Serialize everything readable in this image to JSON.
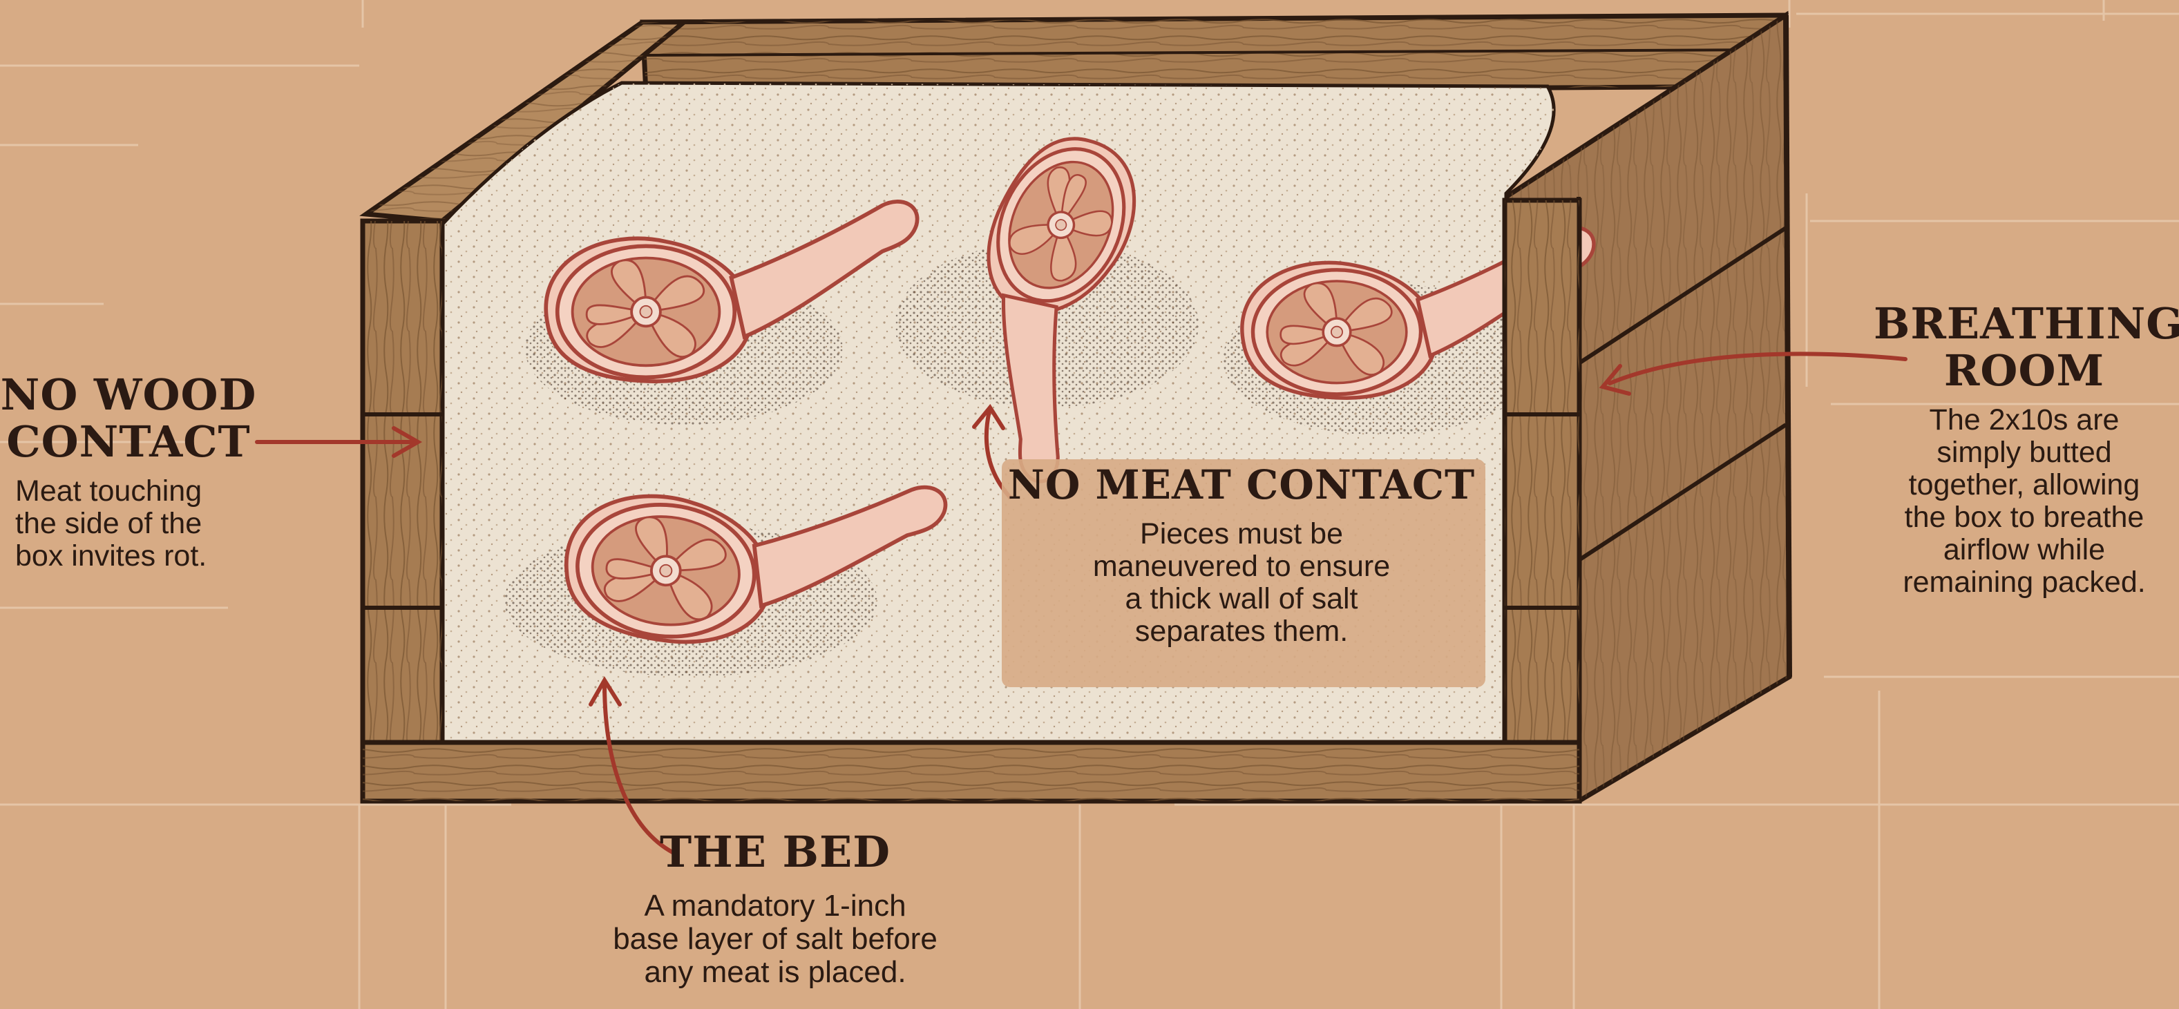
{
  "callouts": {
    "no_wood_contact": {
      "title_line1": "NO WOOD",
      "title_line2": "CONTACT",
      "body": [
        "Meat touching",
        "the side of the",
        "box invites rot."
      ]
    },
    "breathing_room": {
      "title_line1": "BREATHING",
      "title_line2": "ROOM",
      "body": [
        "The 2x10s are",
        "simply butted",
        "together, allowing",
        "the box to breathe",
        "airflow while",
        "remaining packed."
      ]
    },
    "no_meat_contact": {
      "title": "NO MEAT CONTACT",
      "body": [
        "Pieces must be",
        "maneuvered to ensure",
        "a thick wall of salt",
        "separates them."
      ]
    },
    "the_bed": {
      "title": "THE BED",
      "body": [
        "A mandatory 1-inch",
        "base layer of salt before",
        "any meat is placed."
      ]
    }
  },
  "colors": {
    "background": "#d7ab85",
    "wood": "#a67c52",
    "wood_dark": "#7a5634",
    "outline": "#2b1a10",
    "salt": "#ece2d2",
    "meat": "#f2c9b8",
    "meat_outline": "#a8453a",
    "arrow": "#a3382b",
    "text": "#2a1a12"
  },
  "icons": [
    "ham-icon",
    "arrow-icon"
  ]
}
